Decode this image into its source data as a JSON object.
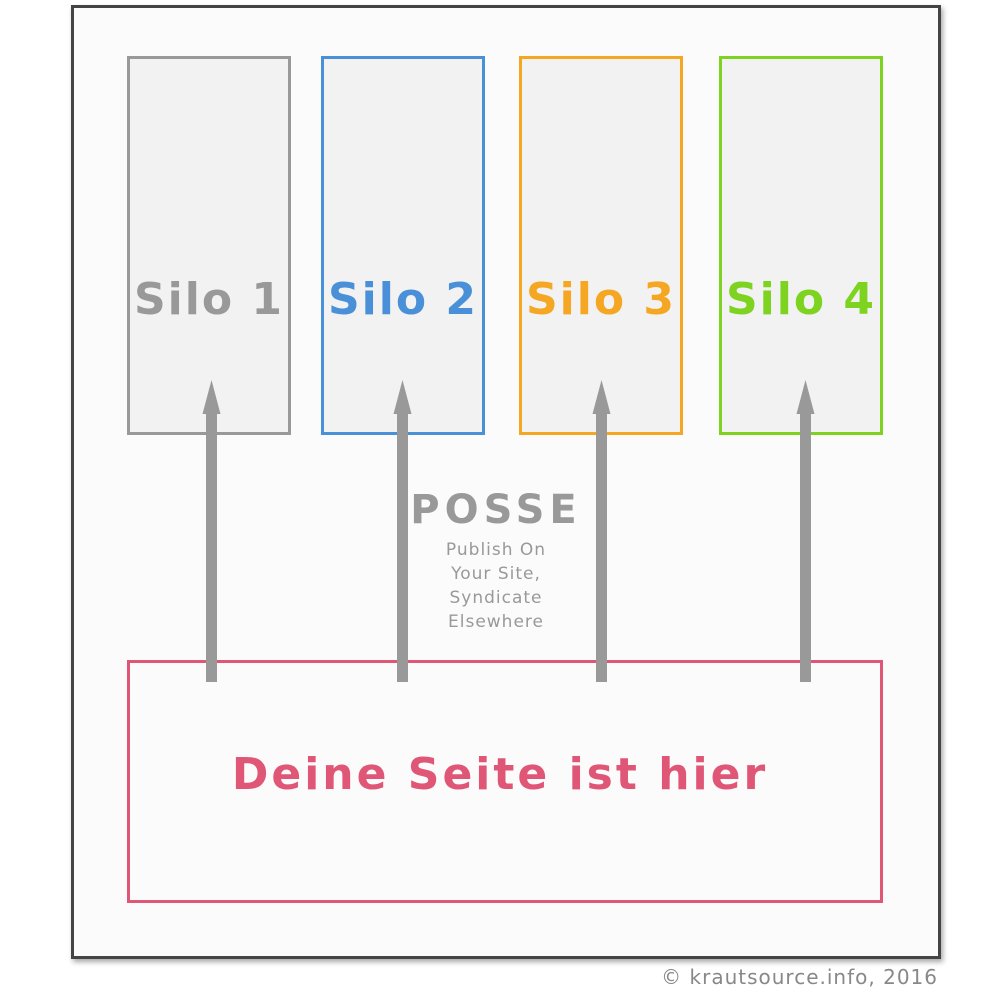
{
  "silos": [
    {
      "label": "Silo 1",
      "color": "#999999"
    },
    {
      "label": "Silo 2",
      "color": "#4a90d9"
    },
    {
      "label": "Silo 3",
      "color": "#f5a623"
    },
    {
      "label": "Silo 4",
      "color": "#7ed321"
    }
  ],
  "posse": {
    "title": "POSSE",
    "lines": [
      "Publish On",
      "Your Site,",
      "Syndicate",
      "Elsewhere"
    ]
  },
  "site": {
    "label": "Deine Seite ist hier",
    "color": "#e05676"
  },
  "arrow_color": "#999999",
  "copyright": "© krautsource.info, 2016"
}
